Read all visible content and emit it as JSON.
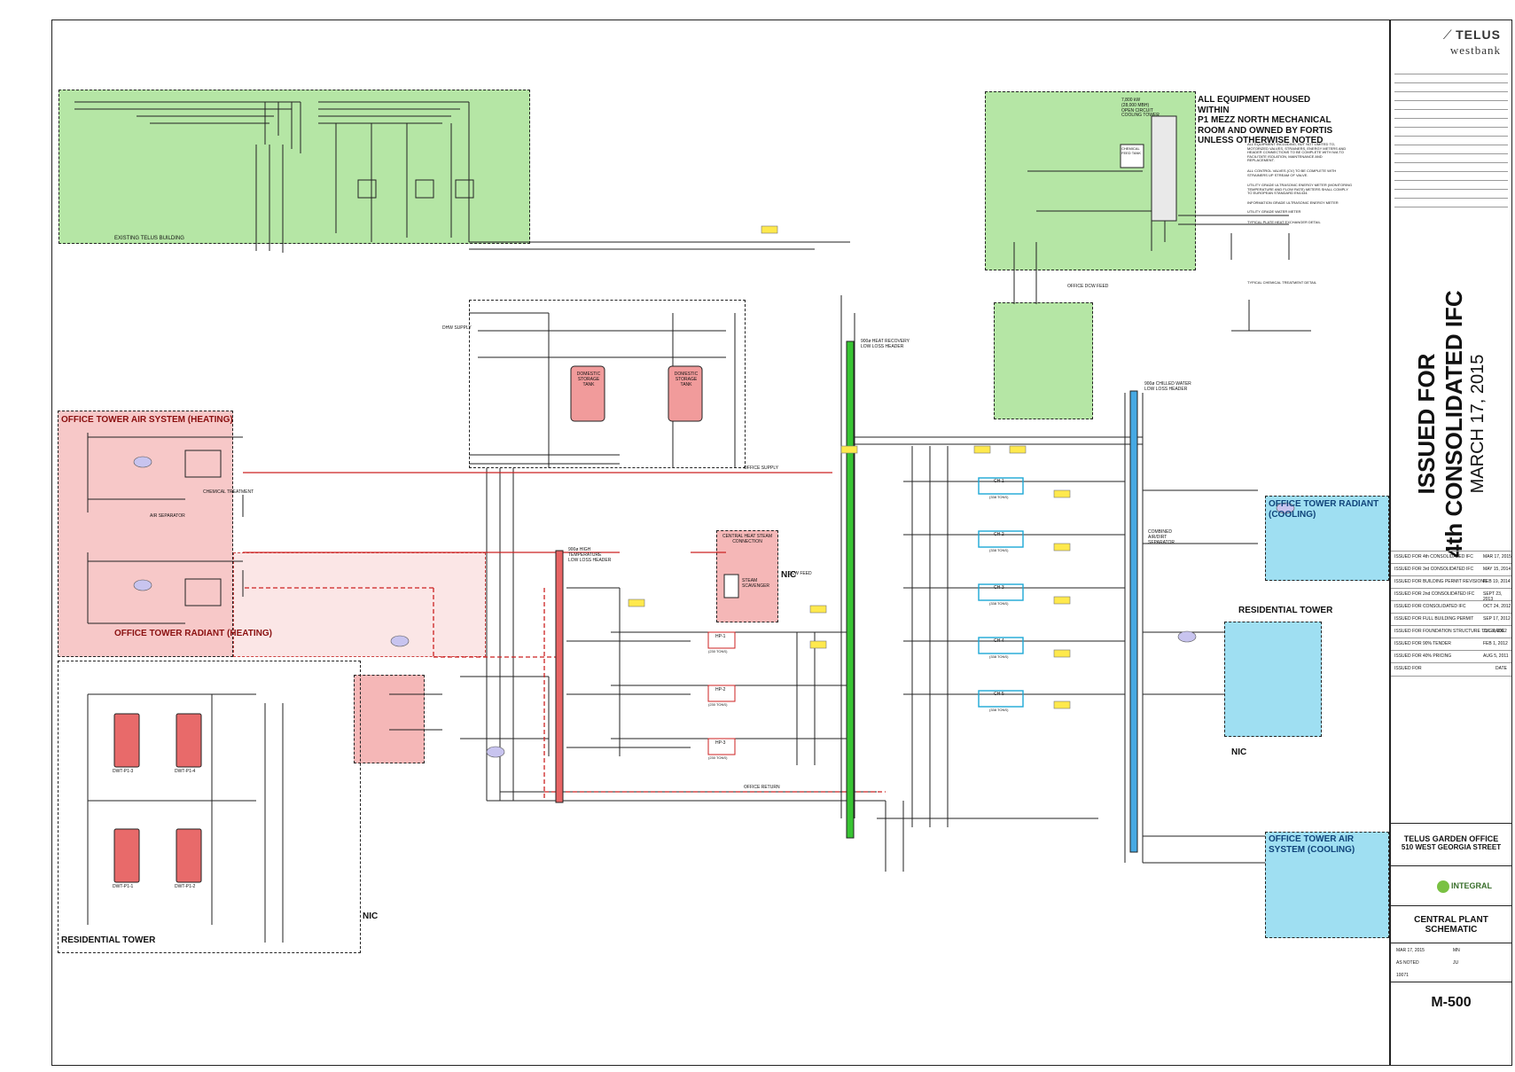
{
  "drawing": {
    "zones": {
      "existing_bldg_note": "EXISTING TELUS BUILDING",
      "p1_mezz_note": "ALL EQUIPMENT HOUSED WITHIN\nP1 MEZZ NORTH MECHANICAL\nROOM AND OWNED BY FORTIS\nUNLESS OTHERWISE NOTED",
      "office_heating": "OFFICE TOWER AIR SYSTEM\n(HEATING)",
      "office_radiant_heating": "OFFICE TOWER RADIANT\n(HEATING)",
      "residential_tower_left": "RESIDENTIAL  TOWER",
      "office_radiant_cooling": "OFFICE TOWER RADIANT\n(COOLING)",
      "residential_tower_right": "RESIDENTIAL TOWER",
      "office_air_cooling": "OFFICE TOWER AIR SYSTEM\n(COOLING)",
      "nic_1": "NIC",
      "nic_2": "NIC",
      "nic_3": "NIC"
    },
    "labels": {
      "dhw_supply": "DHW SUPPLY",
      "domestic_tank_1": "DOMESTIC\nSTORAGE\nTANK",
      "domestic_tank_2": "DOMESTIC\nSTORAGE\nTANK",
      "office_supply": "OFFICE SUPPLY",
      "office_return": "OFFICE RETURN",
      "steam_conn": "CENTRAL HEAT STEAM\nCONNECTION",
      "steam_scav": "STEAM\nSCAVENGER",
      "hot_header": "900ø HIGH\nTEMPERATURE\nLOW LOSS HEADER",
      "heat_recovery_header": "900ø HEAT RECOVERY\nLOW LOSS HEADER",
      "chilled_header": "900ø CHILLED WATER\nLOW LOSS HEADER",
      "dcw_feed": "DCW FEED",
      "office_dcw_feed": "OFFICE DCW FEED",
      "cooling_tower": "7,800 kW\n(28,000 MBH)\nOPEN CIRCUIT\nCOOLING TOWER",
      "chemical_feed": "CHEMICAL\nFEED TANK",
      "combined_sep": "COMBINED\nAIR/DIRT\nSEPARATOR",
      "chemical_treatment": "CHEMICAL TREATMENT",
      "air_separator": "AIR SEPARATOR"
    },
    "equipment": {
      "chillers": [
        "CH-1",
        "CH-2",
        "CH-3",
        "CH-4",
        "CH-5"
      ],
      "chiller_ratings": [
        "(338 TONS)",
        "(338 TONS)",
        "(338 TONS)",
        "(338 TONS)",
        "(338 TONS)"
      ],
      "heat_pumps": [
        "HP-1",
        "HP-2",
        "HP-3"
      ],
      "heat_pump_ratings": [
        "(230 TONS)",
        "(230 TONS)",
        "(230 TONS)"
      ],
      "dwt": [
        "DWT-P1-3",
        "DWT-P1-4",
        "DWT-P1-1",
        "DWT-P1-2"
      ]
    },
    "notes": {
      "legend_1": "ALL EQUIPMENT INCLUDING, BUT NOT LIMITED TO,\nMOTORIZED VALVES, STRAINERS, ENERGY METERS AND\nHEADER CONNECTIONS TO BE COMPLETE WITH N/A TO\nFACILITATE ISOLATION, MAINTENANCE AND\nREPLACEMENT.",
      "legend_2": "ALL CONTROL VALVES (CV) TO BE COMPLETE WITH\nSTRAINERS UP STREAM OF VALVE.",
      "legend_3": "UTILITY GRADE ULTRASONIC ENERGY METER (MONITORING\nTEMPERATURE AND FLOW RATE) METERS SHALL COMPLY\nTO EUROPEAN STANDARD EN1434.",
      "legend_4": "INFORMATION GRADE ULTRASONIC ENERGY METER",
      "legend_5": "UTILITY GRADE WATER METER",
      "legend_6": "TYPICAL PLATE HEAT EXCHANGER DETAIL",
      "legend_7": "TYPICAL CHEMICAL TREATMENT DETAIL"
    }
  },
  "title_block": {
    "logo_brand": "TELUS",
    "logo_sub": "westbank",
    "issue_stamp_line1": "ISSUED FOR",
    "issue_stamp_line2": "4th CONSOLIDATED IFC",
    "issue_stamp_date": "MARCH 17, 2015",
    "revisions": [
      {
        "text": "ISSUED FOR 4th CONSOLIDATED IFC",
        "date": "MAR 17, 2015"
      },
      {
        "text": "ISSUED FOR 3rd CONSOLIDATED IFC",
        "date": "MAY 15, 2014"
      },
      {
        "text": "ISSUED FOR BUILDING PERMIT REVISIONS",
        "date": "FEB 19, 2014"
      },
      {
        "text": "ISSUED FOR 2nd CONSOLIDATED IFC",
        "date": "SEPT 23, 2013"
      },
      {
        "text": "ISSUED FOR CONSOLIDATED IFC",
        "date": "OCT 24, 2012"
      },
      {
        "text": "ISSUED FOR FULL BUILDING PERMIT",
        "date": "SEP 17, 2012"
      },
      {
        "text": "ISSUED FOR FOUNDATION STRUCTURE TO GRADE",
        "date": "JUL 3, 2012"
      },
      {
        "text": "ISSUED FOR 90% TENDER",
        "date": "FEB 1, 2012"
      },
      {
        "text": "ISSUED FOR 40% PRICING",
        "date": "AUG 5, 2011"
      },
      {
        "text": "ISSUED FOR",
        "date": "DATE"
      }
    ],
    "project_name": "TELUS GARDEN OFFICE",
    "project_address": "510 WEST GEORGIA STREET",
    "consultant": "INTEGRAL",
    "drawing_title": "CENTRAL PLANT\nSCHEMATIC",
    "date": "MAR 17, 2015",
    "drawn": "MN",
    "scale": "AS NOTED",
    "checked": "JU",
    "job_no": "10071",
    "sheet_number": "M-500"
  }
}
